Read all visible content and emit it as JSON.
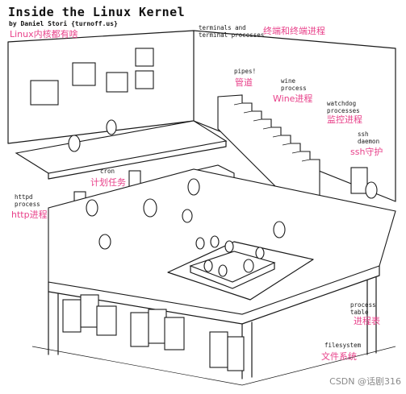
{
  "title": "Inside the Linux Kernel",
  "byline": "by Daniel Stori {turnoff.us}",
  "annotations": {
    "linux_kernel_zh": "Linux内核都有啥",
    "terminals": "terminals and\nterminal processes",
    "terminals_zh": "终端和终端进程",
    "pipes": "pipes!",
    "pipes_zh": "管道",
    "wine": "wine\nprocess",
    "wine_zh": "Wine进程",
    "watchdog": "watchdog\nprocesses",
    "watchdog_zh": "监控进程",
    "ssh": "ssh\ndaemon",
    "ssh_zh": "ssh守护",
    "cron": "cron",
    "cron_zh": "计划任务",
    "httpd": "httpd\nprocess",
    "httpd_zh": "http进程",
    "process_table": "process\ntable",
    "process_table_zh": "进程表",
    "filesystem": "filesystem",
    "filesystem_zh": "文件系统"
  },
  "watermark": "CSDN @话剧316",
  "colors": {
    "ink": "#1a1a1a",
    "annotation": "#e8418a",
    "background": "#ffffff",
    "watermark": "#8a8a8a"
  }
}
